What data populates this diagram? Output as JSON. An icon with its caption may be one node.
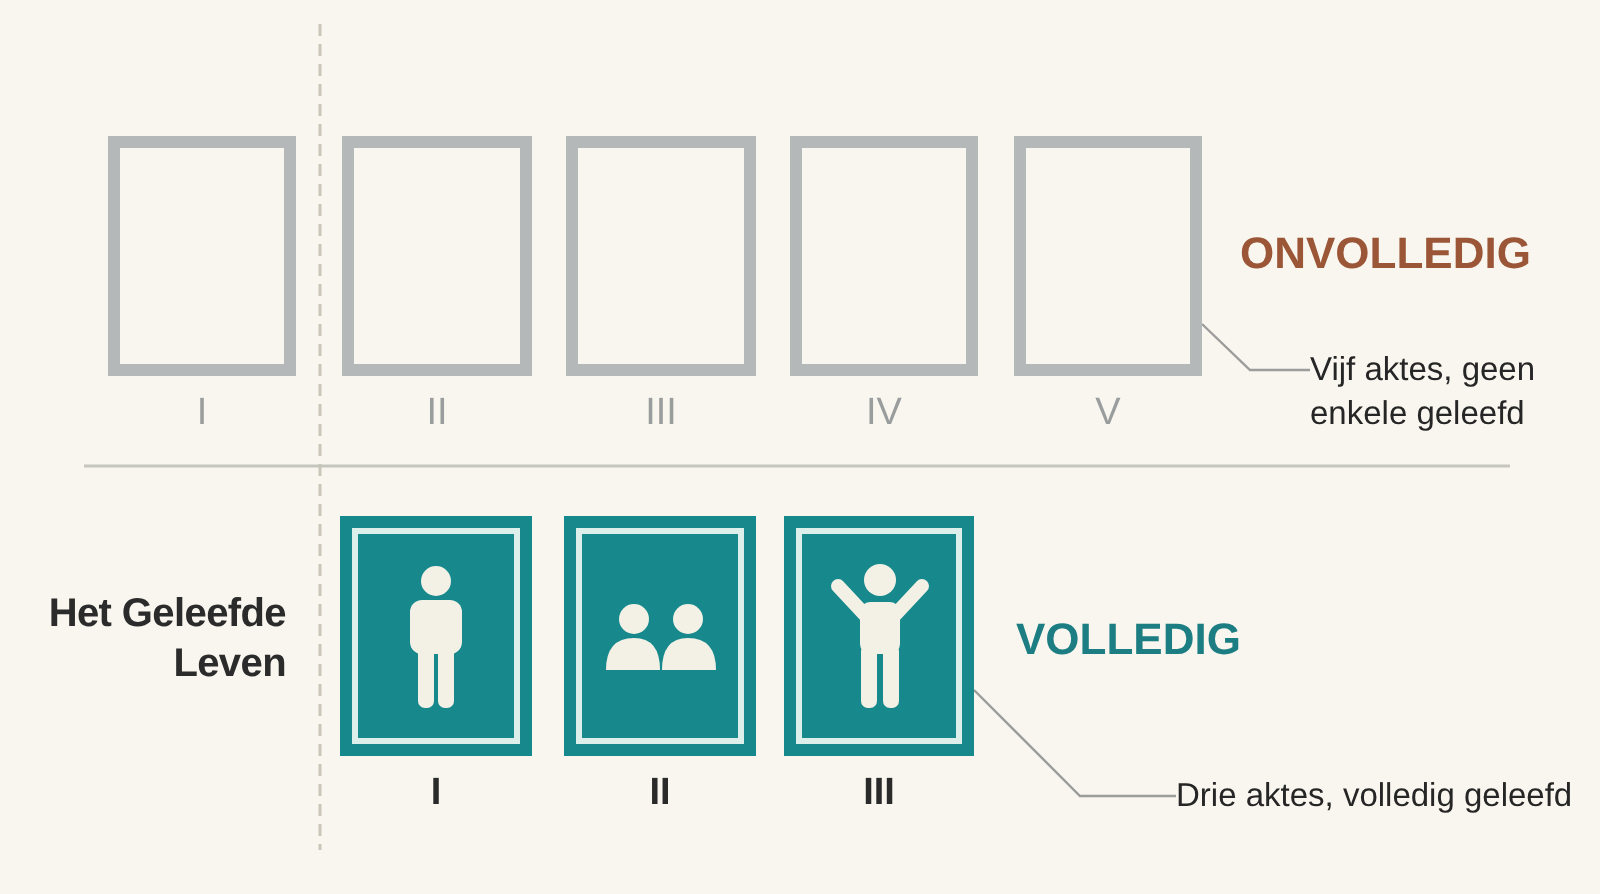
{
  "diagram": {
    "nodes": [
      {
        "text": [],
        "shape": "box",
        "beside": [
          "I"
        ]
      },
      {
        "text": [],
        "shape": "box",
        "beside": [
          "II"
        ]
      },
      {
        "text": [],
        "shape": "box",
        "beside": [
          "III"
        ]
      },
      {
        "text": [],
        "shape": "box",
        "beside": [
          "IV"
        ]
      },
      {
        "text": [],
        "shape": "box",
        "beside": [
          "V"
        ]
      },
      {
        "text": [
          "Vijf aktes, geen enkele geleefd"
        ]
      },
      {
        "text": [],
        "shape": "box",
        "beside": [
          "I"
        ]
      },
      {
        "text": [],
        "shape": "box",
        "beside": [
          "II"
        ]
      },
      {
        "text": [],
        "shape": "box",
        "beside": [
          "III"
        ]
      },
      {
        "text": [
          "Drie aktes, volledig geleefd"
        ]
      }
    ],
    "edges": [
      {
        "from": 5,
        "to": 4,
        "arrow": "none"
      },
      {
        "from": 9,
        "to": 8,
        "arrow": "none"
      }
    ],
    "labels": [
      "ONVOLLEDIG",
      "Het Geleefde Leven",
      "VOLLEDIG"
    ]
  }
}
